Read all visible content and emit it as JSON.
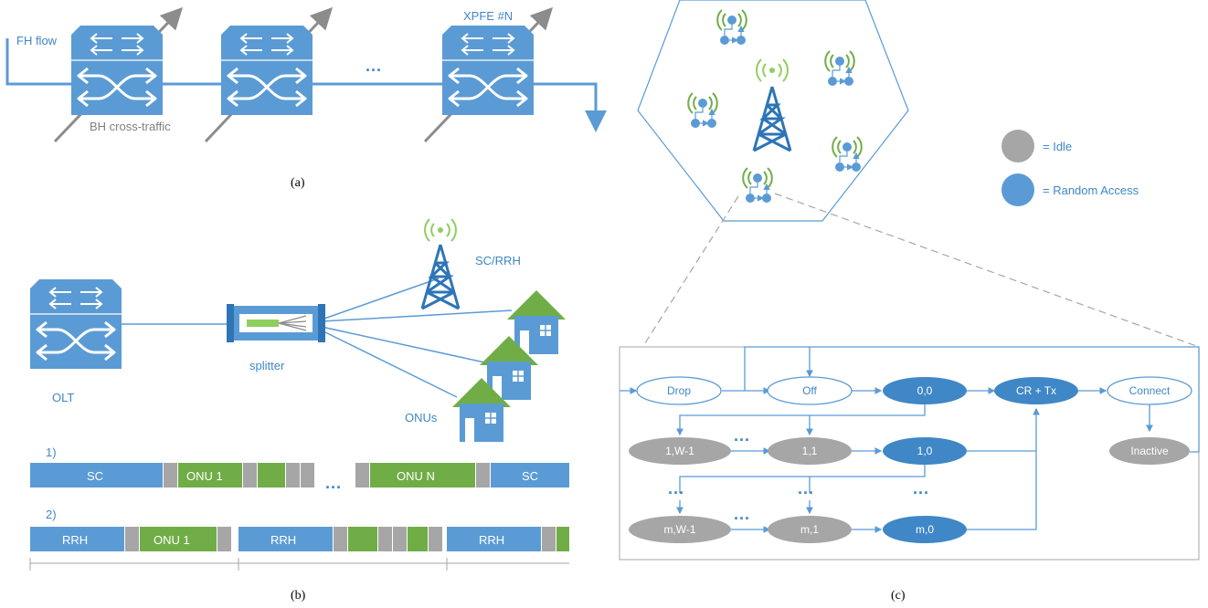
{
  "panel_a": {
    "fh_flow": "FH flow",
    "bh_cross_traffic": "BH cross-traffic",
    "xpfe_n": "XPFE #N",
    "ellipsis": "···",
    "caption": "(a)"
  },
  "panel_b": {
    "sc_rrh": "SC/RRH",
    "olt": "OLT",
    "splitter": "splitter",
    "onus": "ONUs",
    "row1_label": "1)",
    "row2_label": "2)",
    "row1": {
      "sc_left": "SC",
      "onu1": "ONU 1",
      "dots": "···",
      "onun": "ONU N",
      "sc_right": "SC"
    },
    "row2": {
      "rrh1": "RRH",
      "onu1": "ONU 1",
      "rrh2": "RRH",
      "rrh3": "RRH"
    },
    "caption": "(b)"
  },
  "panel_c": {
    "legend": {
      "idle": "= Idle",
      "random_access": "= Random Access"
    },
    "states": {
      "drop": "Drop",
      "off": "Off",
      "s00": "0,0",
      "crtx": "CR + Tx",
      "connect": "Connect",
      "inactive": "Inactive",
      "s1w": "1,W-1",
      "s11": "1,1",
      "s10": "1,0",
      "smw": "m,W-1",
      "sm1": "m,1",
      "sm0": "m,0"
    },
    "dots": "···",
    "caption": "(c)"
  },
  "colors": {
    "blue": "#5b9bd5",
    "dark_blue": "#2e75b6",
    "green": "#70ad47",
    "gray": "#a6a6a6",
    "light_green": "#8fcf5d"
  }
}
